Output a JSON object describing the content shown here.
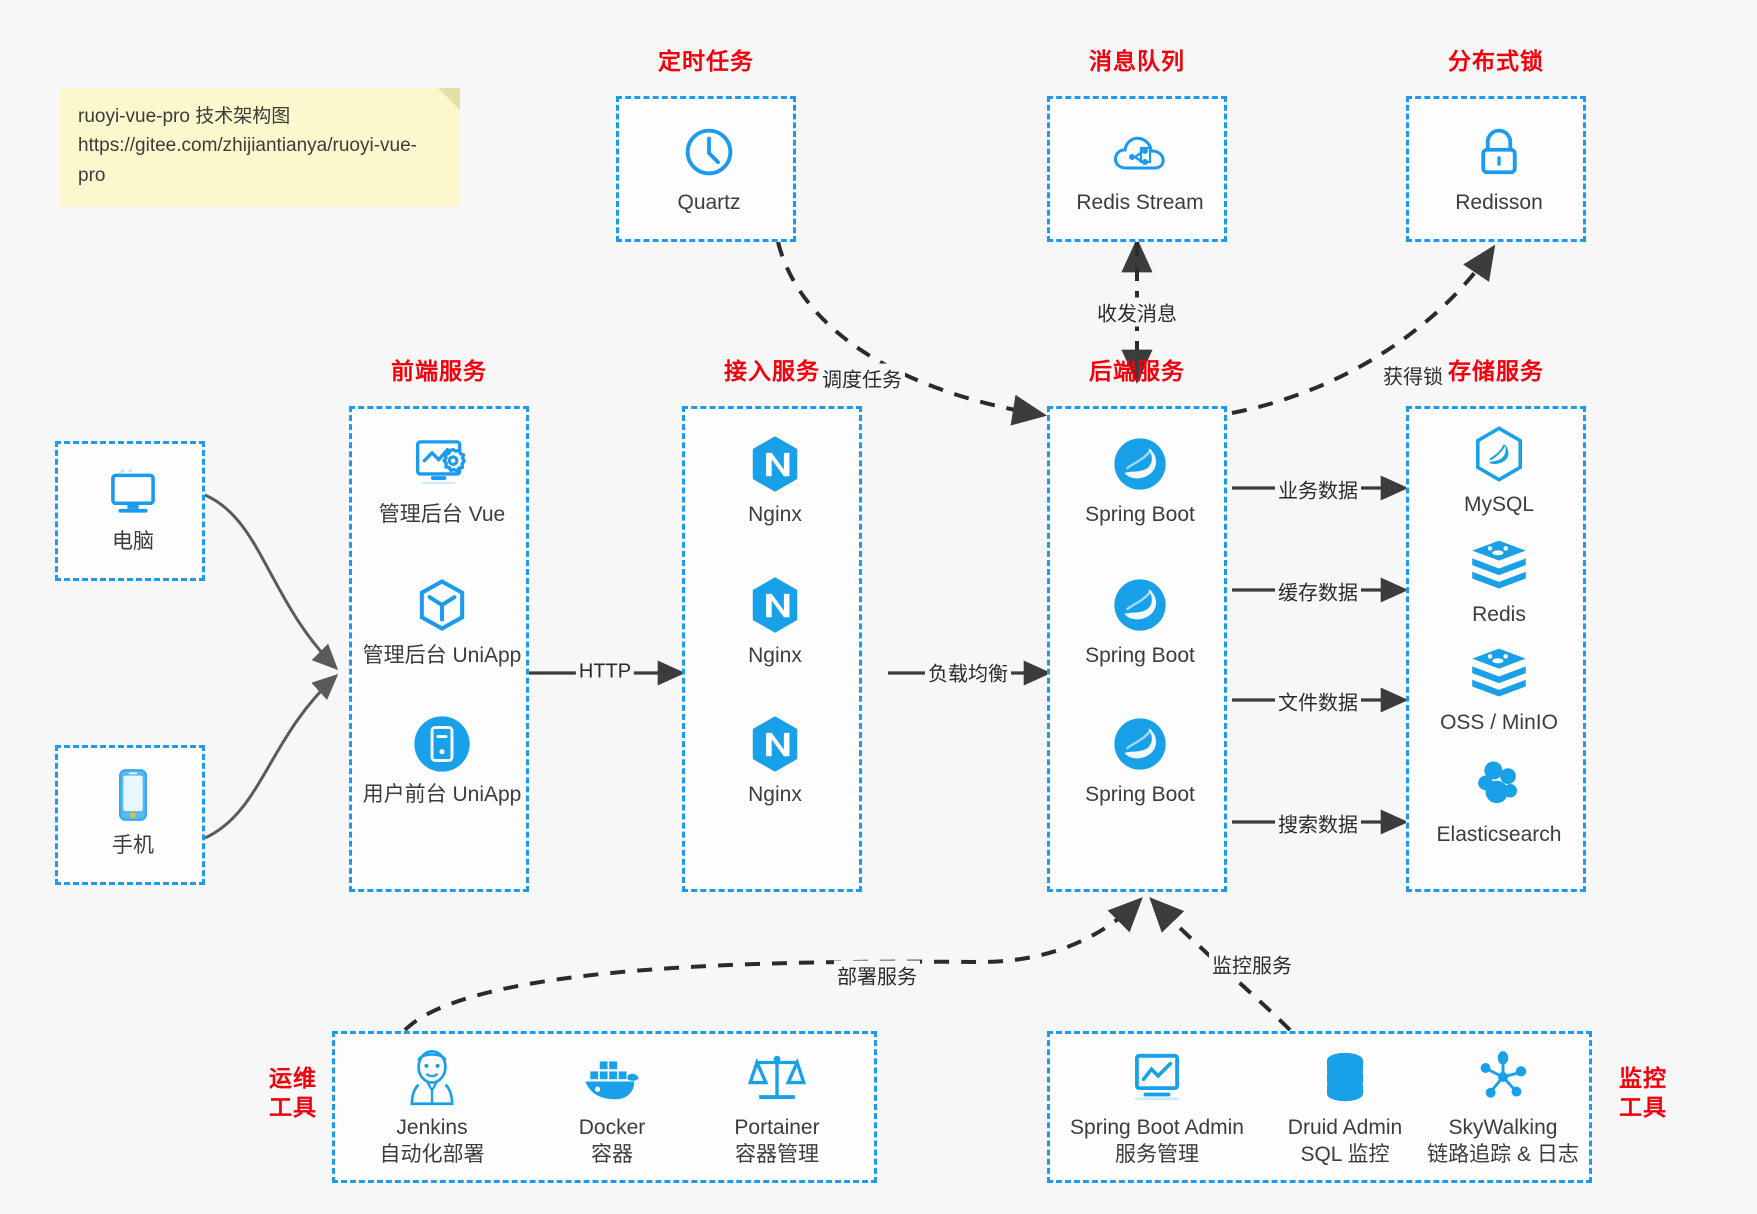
{
  "note": {
    "line1": "ruoyi-vue-pro 技术架构图",
    "line2": "https://gitee.com/zhijiantianya/ruoyi-vue-pro"
  },
  "colors": {
    "accent_blue": "#1a9bf0",
    "title_red": "#f2000b",
    "note_yellow": "#fcf8cd",
    "edge_gray": "#4d4d4d",
    "background": "#f7f7f7"
  },
  "groups": {
    "scheduled_task": {
      "title": "定时任务"
    },
    "message_queue": {
      "title": "消息队列"
    },
    "distributed_lock": {
      "title": "分布式锁"
    },
    "frontend": {
      "title": "前端服务"
    },
    "gateway": {
      "title": "接入服务"
    },
    "backend": {
      "title": "后端服务"
    },
    "storage": {
      "title": "存储服务"
    },
    "devops": {
      "title_line1": "运维",
      "title_line2": "工具"
    },
    "monitor": {
      "title_line1": "监控",
      "title_line2": "工具"
    }
  },
  "clients": [
    {
      "icon": "desktop-icon",
      "label": "电脑"
    },
    {
      "icon": "mobile-icon",
      "label": "手机"
    }
  ],
  "nodes": {
    "quartz": {
      "icon": "clock-icon",
      "label": "Quartz"
    },
    "redis_stream": {
      "icon": "cloud-stream-icon",
      "label": "Redis Stream"
    },
    "redisson": {
      "icon": "lock-icon",
      "label": "Redisson"
    },
    "frontend_items": [
      {
        "icon": "dashboard-gear-icon",
        "label": "管理后台 Vue"
      },
      {
        "icon": "cube-icon",
        "label": "管理后台 UniApp"
      },
      {
        "icon": "phone-circle-icon",
        "label": "用户前台 UniApp"
      }
    ],
    "gateway_items": [
      {
        "icon": "nginx-icon",
        "label": "Nginx"
      },
      {
        "icon": "nginx-icon",
        "label": "Nginx"
      },
      {
        "icon": "nginx-icon",
        "label": "Nginx"
      }
    ],
    "backend_items": [
      {
        "icon": "spring-icon",
        "label": "Spring Boot"
      },
      {
        "icon": "spring-icon",
        "label": "Spring Boot"
      },
      {
        "icon": "spring-icon",
        "label": "Spring Boot"
      }
    ],
    "storage_items": [
      {
        "icon": "mysql-icon",
        "label": "MySQL"
      },
      {
        "icon": "redis-icon",
        "label": "Redis"
      },
      {
        "icon": "oss-icon",
        "label": "OSS / MinIO"
      },
      {
        "icon": "elasticsearch-icon",
        "label": "Elasticsearch"
      }
    ],
    "devops_items": [
      {
        "icon": "jenkins-icon",
        "label": "Jenkins",
        "sub": "自动化部署"
      },
      {
        "icon": "docker-icon",
        "label": "Docker",
        "sub": "容器"
      },
      {
        "icon": "portainer-icon",
        "label": "Portainer",
        "sub": "容器管理"
      }
    ],
    "monitor_items": [
      {
        "icon": "monitor-chart-icon",
        "label": "Spring Boot Admin",
        "sub": "服务管理"
      },
      {
        "icon": "database-icon",
        "label": "Druid Admin",
        "sub": "SQL 监控"
      },
      {
        "icon": "skywalking-icon",
        "label": "SkyWalking",
        "sub": "链路追踪 & 日志"
      }
    ]
  },
  "edges": {
    "http": "HTTP",
    "load_balance": "负载均衡",
    "schedule_task": "调度任务",
    "send_receive_message": "收发消息",
    "acquire_lock": "获得锁",
    "business_data": "业务数据",
    "cache_data": "缓存数据",
    "file_data": "文件数据",
    "search_data": "搜索数据",
    "deploy_service": "部署服务",
    "monitor_service": "监控服务"
  }
}
